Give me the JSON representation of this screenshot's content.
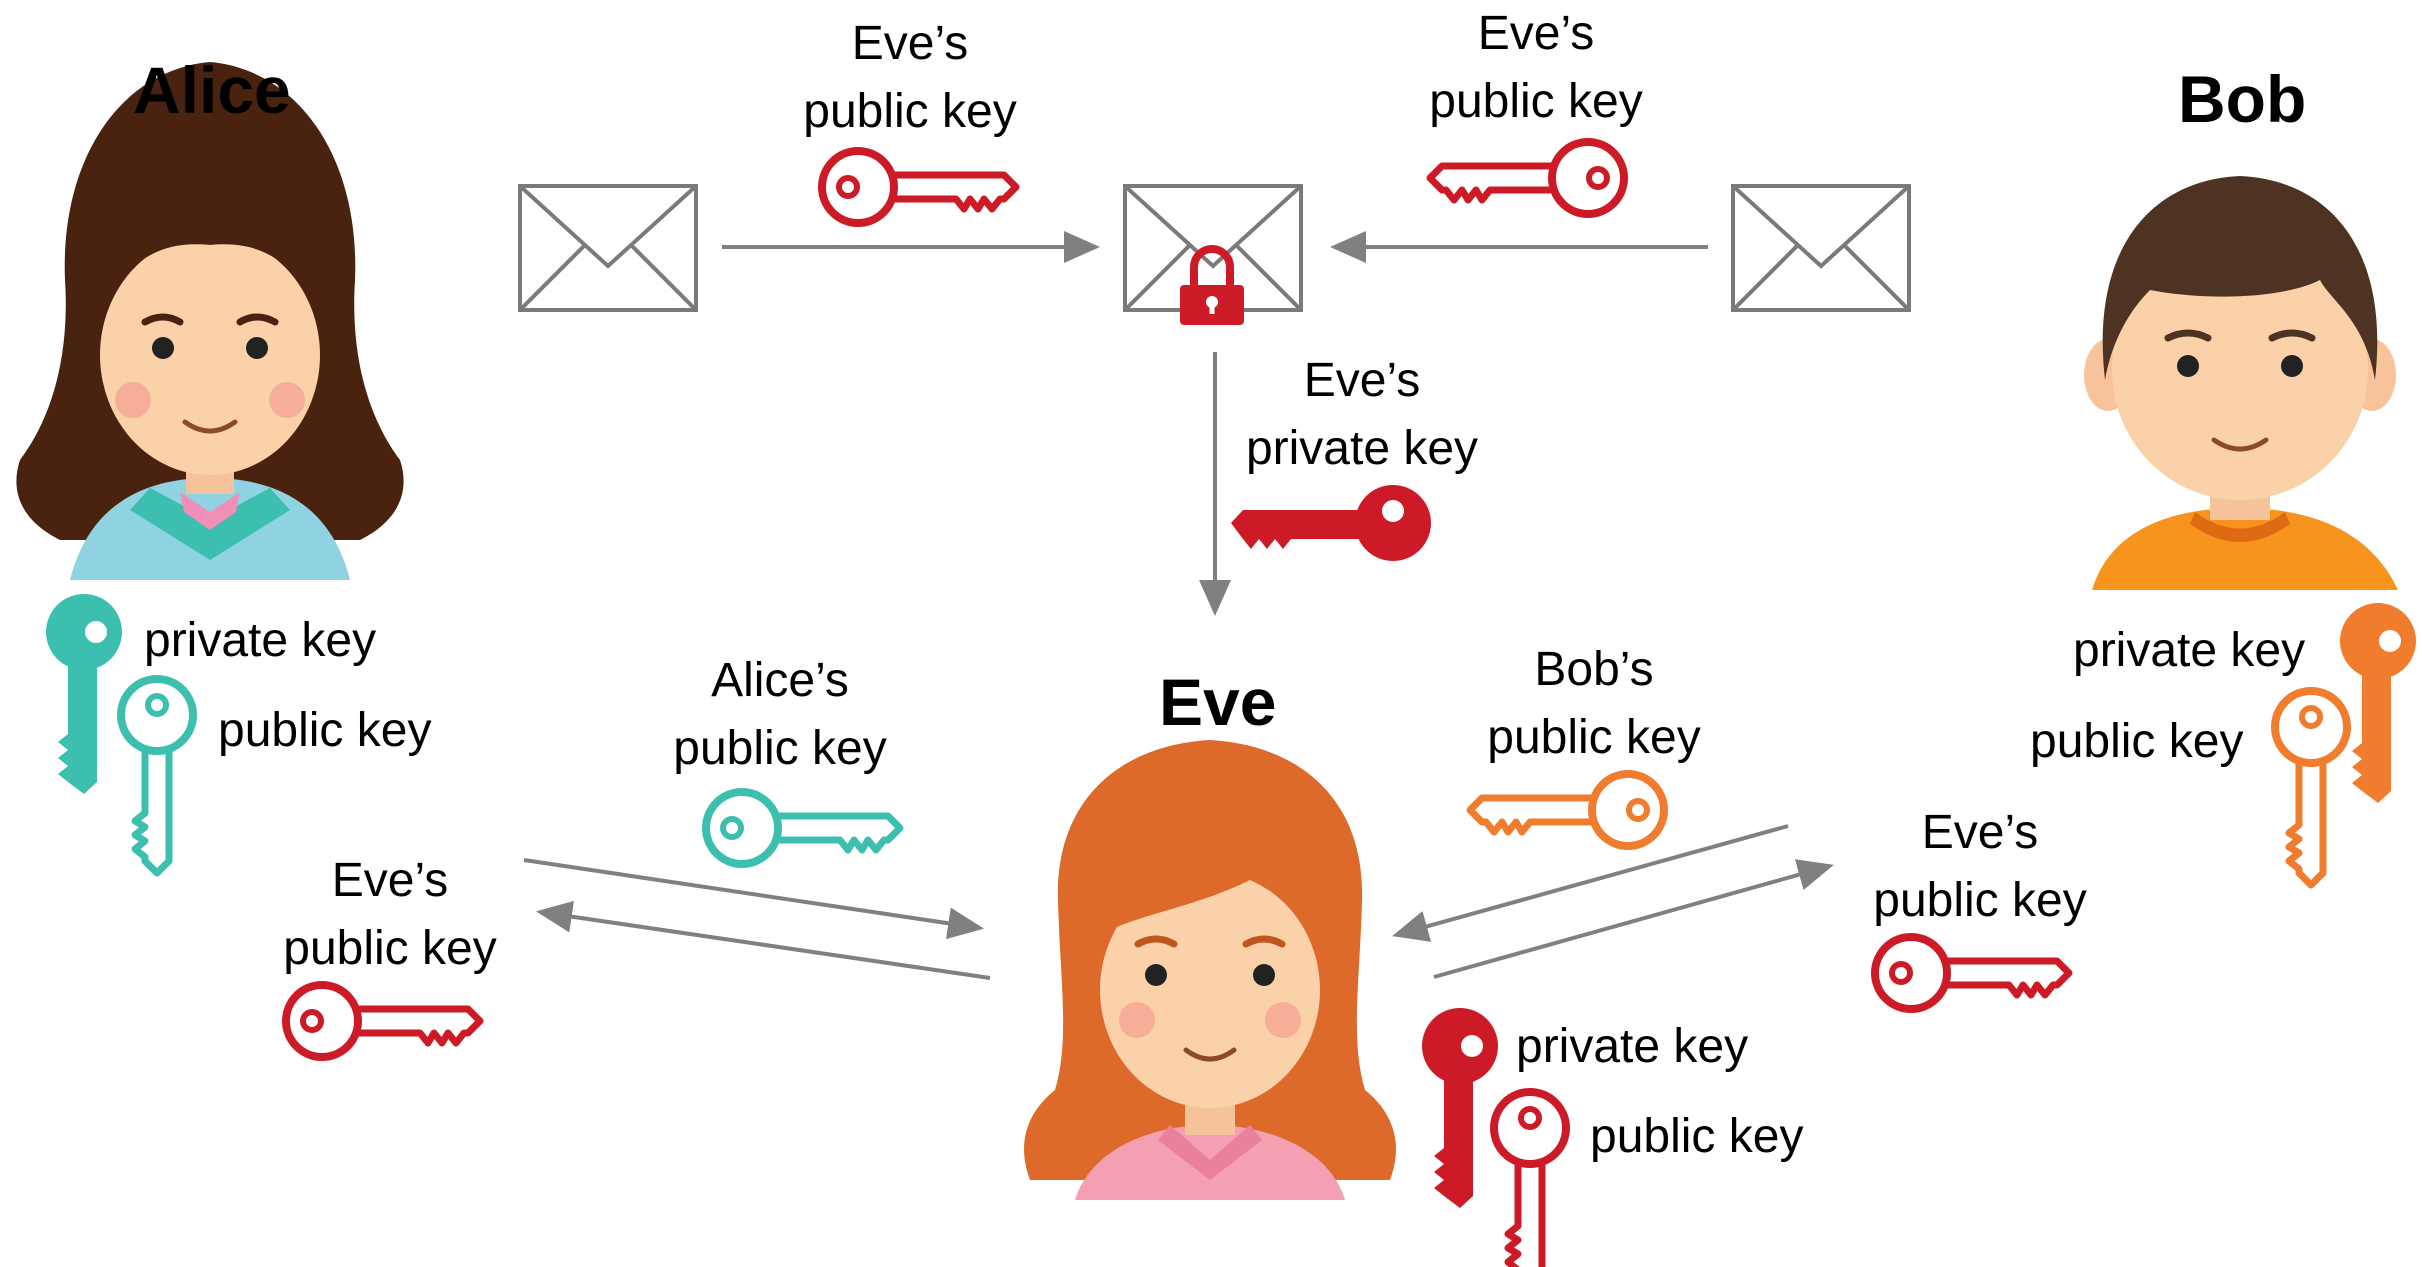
{
  "colors": {
    "alice_key": "#3DBFB0",
    "bob_key": "#F07C2E",
    "eve_key": "#CC1B26",
    "arrow": "#808080",
    "envelope": "#7a7a7a"
  },
  "people": {
    "alice": {
      "name": "Alice",
      "icon": "woman-brown-hair-avatar-icon"
    },
    "bob": {
      "name": "Bob",
      "icon": "man-avatar-icon"
    },
    "eve": {
      "name": "Eve",
      "icon": "woman-red-hair-avatar-icon"
    }
  },
  "key_labels": {
    "alice_private": "private key",
    "alice_public": "public key",
    "bob_private": "private key",
    "bob_public": "public key",
    "eve_private": "private key",
    "eve_public": "public key"
  },
  "labels": {
    "top_left": [
      "Eve’s",
      "public key"
    ],
    "top_right": [
      "Eve’s",
      "public key"
    ],
    "middle": [
      "Eve’s",
      "private key"
    ],
    "alice_pub": [
      "Alice’s",
      "public key"
    ],
    "eve_pub_left": [
      "Eve’s",
      "public key"
    ],
    "bob_pub": [
      "Bob’s",
      "public key"
    ],
    "eve_pub_right": [
      "Eve’s",
      "public key"
    ]
  },
  "icons": {
    "envelope": "envelope-icon",
    "lock": "padlock-icon",
    "key": "key-icon"
  }
}
